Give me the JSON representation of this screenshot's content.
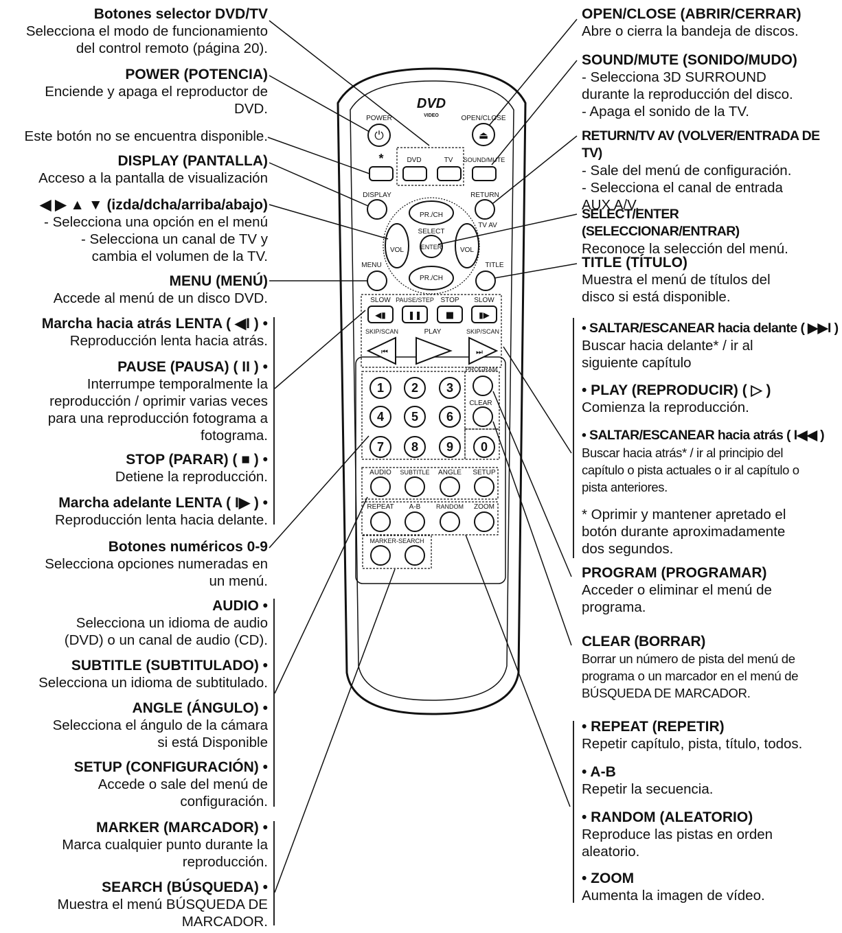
{
  "left": [
    {
      "title": "Botones selector DVD/TV",
      "desc": "Selecciona el modo de funcionamiento\ndel control remoto (página 20)."
    },
    {
      "title": "POWER (POTENCIA)",
      "desc": "Enciende y apaga el reproductor de\nDVD."
    },
    {
      "title": "",
      "desc": "Este botón no se encuentra disponible."
    },
    {
      "title": "DISPLAY (PANTALLA)",
      "desc": "Acceso a la pantalla de visualización"
    },
    {
      "title": "◀ ▶ ▲ ▼ (izda/dcha/arriba/abajo)",
      "desc": "- Selecciona una opción en el menú\n- Selecciona un canal de TV y\ncambia el volumen de la TV."
    },
    {
      "title": "MENU (MENÚ)",
      "desc": "Accede al menú de un disco DVD."
    },
    {
      "title": "Marcha hacia atrás LENTA ( ◀I ) •",
      "desc": "Reproducción lenta hacia atrás."
    },
    {
      "title": "PAUSE (PAUSA) ( II ) •",
      "desc": "Interrumpe temporalmente la\nreproducción / oprimir varias veces\npara una reproducción fotograma a\nfotograma."
    },
    {
      "title": "STOP (PARAR) ( ■ ) •",
      "desc": "Detiene la reproducción."
    },
    {
      "title": "Marcha adelante LENTA  ( I▶ ) •",
      "desc": "Reproducción lenta hacia delante."
    },
    {
      "title": "Botones numéricos 0-9",
      "desc": "Selecciona opciones numeradas en\nun menú."
    },
    {
      "title": "AUDIO •",
      "desc": "Selecciona un idioma de audio\n(DVD) o un canal de audio (CD)."
    },
    {
      "title": "SUBTITLE (SUBTITULADO) •",
      "desc": "Selecciona un idioma de subtitulado."
    },
    {
      "title": "ANGLE (ÁNGULO) •",
      "desc": "Selecciona el ángulo de la cámara\nsi está Disponible"
    },
    {
      "title": "SETUP (CONFIGURACIÓN) •",
      "desc": "Accede o sale del menú de\nconfiguración."
    },
    {
      "title": "MARKER (MARCADOR) •",
      "desc": "Marca cualquier punto durante la\nreproducción."
    },
    {
      "title": "SEARCH (BÚSQUEDA) •",
      "desc": "Muestra el menú BÚSQUEDA DE\nMARCADOR."
    }
  ],
  "right": [
    {
      "title": "OPEN/CLOSE (ABRIR/CERRAR)",
      "desc": "Abre o cierra la bandeja de discos."
    },
    {
      "title": "SOUND/MUTE (SONIDO/MUDO)",
      "desc": "- Selecciona 3D SURROUND\n  durante la reproducción del disco.\n- Apaga el sonido de la TV."
    },
    {
      "title": "RETURN/TV AV (VOLVER/ENTRADA DE TV)",
      "desc": "- Sale del menú de configuración.\n- Selecciona el canal de entrada\n  AUX A/V."
    },
    {
      "title": "SELECT/ENTER (SELECCIONAR/ENTRAR)",
      "desc": "Reconoce la selección del menú."
    },
    {
      "title": "TITLE (TÍTULO)",
      "desc": "Muestra el menú de títulos del\ndisco si está disponible."
    },
    {
      "title": "• SALTAR/ESCANEAR hacia delante ( ▶▶I )",
      "desc": "Buscar hacia delante* / ir al\nsiguiente capítulo"
    },
    {
      "title": "• PLAY (REPRODUCIR) ( ▷ )",
      "desc": "Comienza la reproducción."
    },
    {
      "title": "• SALTAR/ESCANEAR hacia atrás ( I◀◀ )",
      "desc": "Buscar hacia atrás* / ir al principio del\ncapítulo o pista actuales o ir al capítulo o\npista anteriores."
    },
    {
      "title": "",
      "desc": "* Oprimir y mantener apretado el\nbotón durante aproximadamente\ndos segundos."
    },
    {
      "title": "PROGRAM (PROGRAMAR)",
      "desc": "Acceder o eliminar el menú de\nprograma."
    },
    {
      "title": "CLEAR (BORRAR)",
      "desc": "Borrar un número de pista del menú de\nprograma o un marcador en el menú de\nBÚSQUEDA DE MARCADOR."
    },
    {
      "title": "• REPEAT (REPETIR)",
      "desc": "Repetir capítulo, pista, título, todos."
    },
    {
      "title": "• A-B",
      "desc": "Repetir la secuencia."
    },
    {
      "title": "• RANDOM (ALEATORIO)",
      "desc": "Reproduce las pistas en orden\naleatorio."
    },
    {
      "title": "• ZOOM",
      "desc": "Aumenta la imagen de vídeo."
    }
  ],
  "remote": {
    "logo_top": "DVD",
    "logo_bottom": "VIDEO",
    "power": "POWER",
    "open_close": "OPEN/CLOSE",
    "star": "*",
    "dvd": "DVD",
    "tv": "TV",
    "sound_mute": "SOUND/MUTE",
    "display": "DISPLAY",
    "return": "RETURN",
    "tv_av": "TV AV",
    "pr_ch": "PR./CH",
    "select": "SELECT",
    "enter": "ENTER",
    "vol": "VOL",
    "menu": "MENU",
    "title": "TITLE",
    "slow": "SLOW",
    "pause_step": "PAUSE/STEP",
    "stop": "STOP",
    "skip_scan": "SKIP/SCAN",
    "play": "PLAY",
    "program": "PROGRAM",
    "clear": "CLEAR",
    "numbers": [
      "1",
      "2",
      "3",
      "4",
      "5",
      "6",
      "7",
      "8",
      "9",
      "0"
    ],
    "audio": "AUDIO",
    "subtitle": "SUBTITLE",
    "angle": "ANGLE",
    "setup": "SETUP",
    "repeat": "REPEAT",
    "ab": "A-B",
    "random": "RANDOM",
    "zoom": "ZOOM",
    "marker_search": "MARKER-SEARCH"
  }
}
